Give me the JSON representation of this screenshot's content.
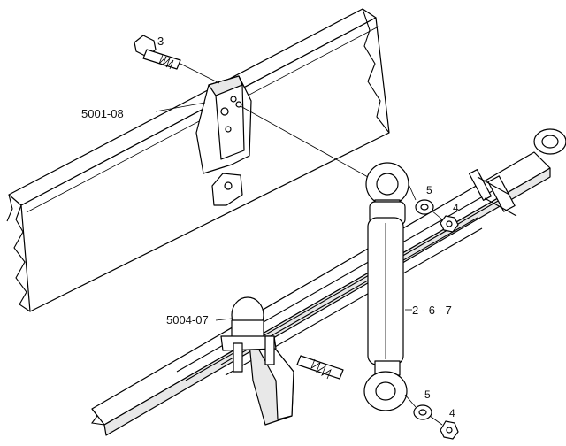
{
  "labels": {
    "bolt": "3",
    "bracket_frame": "5001-08",
    "bracket_axle": "5004-07",
    "shock_absorber": "2 - 6 - 7",
    "washer_upper": "5",
    "nut_upper": "4",
    "washer_lower": "5",
    "nut_lower": "4"
  }
}
